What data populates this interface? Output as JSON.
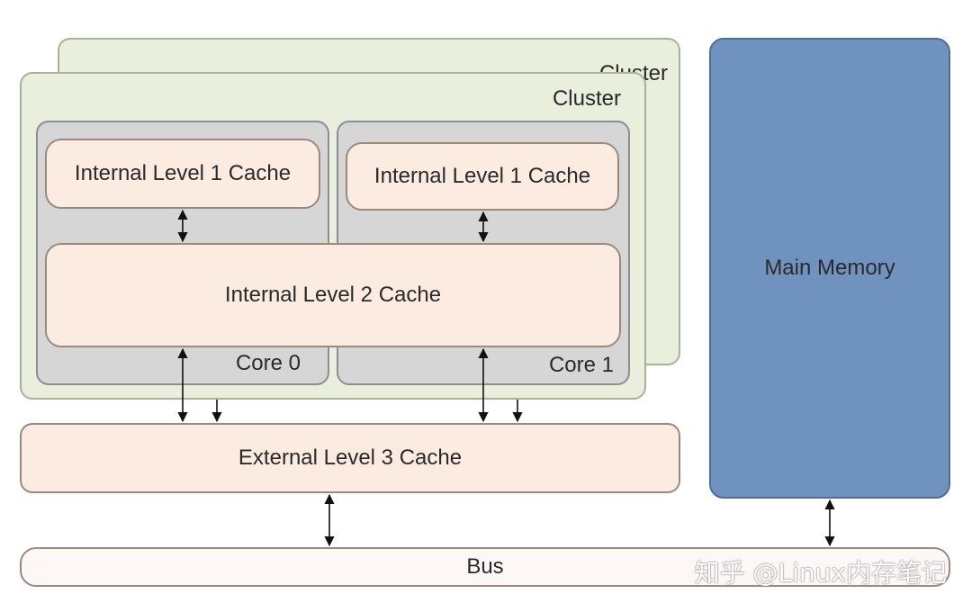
{
  "cluster_back": {
    "label": "Cluster"
  },
  "cluster_front": {
    "label": "Cluster"
  },
  "core0": {
    "label": "Core 0",
    "l1_label": "Internal Level 1 Cache"
  },
  "core1": {
    "label": "Core 1",
    "l1_label": "Internal Level 1 Cache"
  },
  "l2": {
    "label": "Internal Level 2 Cache"
  },
  "l3": {
    "label": "External Level 3 Cache"
  },
  "main_memory": {
    "label": "Main Memory"
  },
  "bus": {
    "label": "Bus"
  },
  "watermark": {
    "text": "知乎 @Linux内存笔记"
  },
  "colors": {
    "cluster_fill": "#eaeedd",
    "core_fill": "#d6d6d6",
    "cache_fill": "#fcebe1",
    "memory_fill": "#7092be",
    "bus_fill": "#fdf7f5"
  }
}
